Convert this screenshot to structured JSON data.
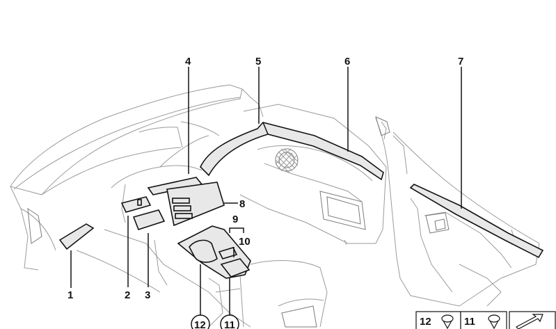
{
  "diagram": {
    "callouts": [
      {
        "id": "1",
        "label": "1"
      },
      {
        "id": "2",
        "label": "2"
      },
      {
        "id": "3",
        "label": "3"
      },
      {
        "id": "4",
        "label": "4"
      },
      {
        "id": "5",
        "label": "5"
      },
      {
        "id": "6",
        "label": "6"
      },
      {
        "id": "7",
        "label": "7"
      },
      {
        "id": "8",
        "label": "8"
      },
      {
        "id": "9",
        "label": "9"
      },
      {
        "id": "10",
        "label": "10"
      },
      {
        "id": "11",
        "label": "11"
      },
      {
        "id": "12",
        "label": "12"
      }
    ],
    "legend": {
      "item_12": "12",
      "item_11": "11"
    }
  }
}
